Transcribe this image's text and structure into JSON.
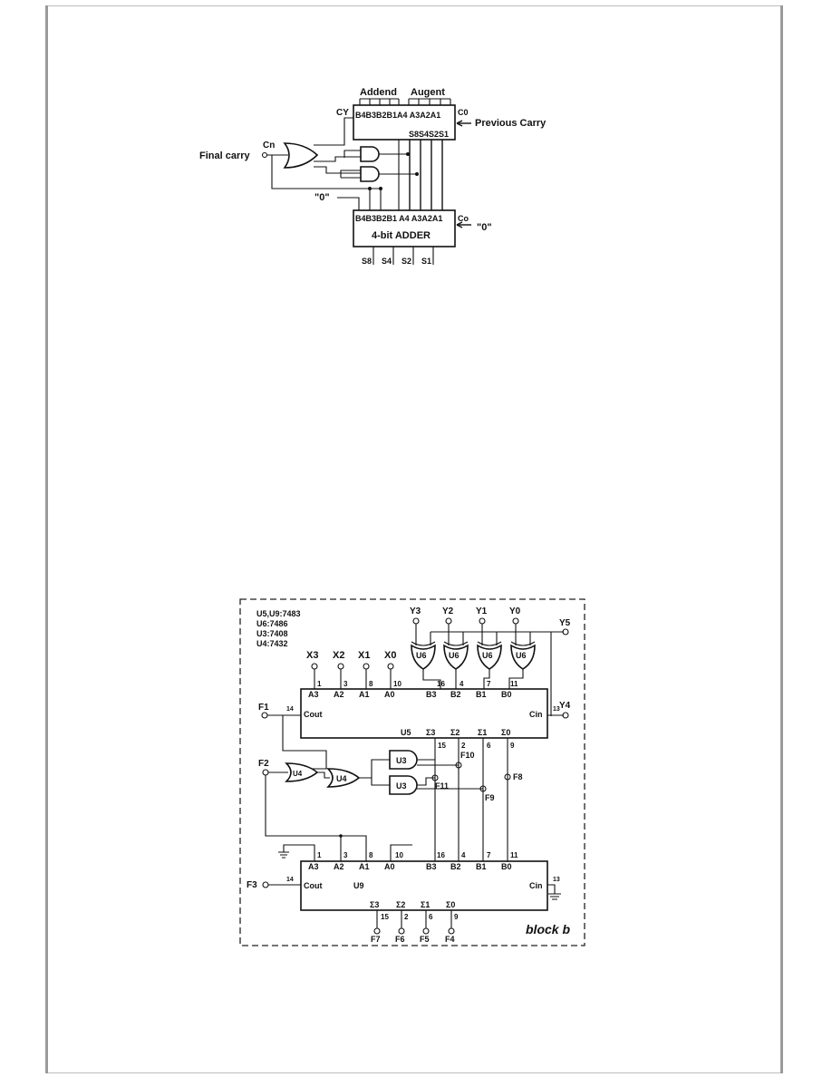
{
  "top_diagram": {
    "header": {
      "addend": "Addend",
      "augent": "Augent"
    },
    "upper_adder": {
      "cy": "CY",
      "pins": "B4B3B2B1A4 A3A2A1",
      "c0": "C0",
      "sums": "S8S4S2S1",
      "previous_carry": "Previous Carry"
    },
    "final_carry": {
      "node": "Cn",
      "label": "Final carry"
    },
    "zero_left": "\"0\"",
    "lower_adder": {
      "pins": "B4B3B2B1 A4 A3A2A1",
      "co": "Co",
      "title": "4-bit ADDER",
      "zero_right": "\"0\""
    },
    "outputs": [
      "S8",
      "S4",
      "S2",
      "S1"
    ]
  },
  "block_b": {
    "legend": [
      "U5,U9:7483",
      "U6:7486",
      "U3:7408",
      "U4:7432"
    ],
    "y_inputs": [
      "Y3",
      "Y2",
      "Y1",
      "Y0"
    ],
    "xor_label": "U6",
    "y5": "Y5",
    "y4": "Y4",
    "x_inputs": [
      "X3",
      "X2",
      "X1",
      "X0"
    ],
    "u5": {
      "a_pin_numbers": [
        "1",
        "3",
        "8",
        "10"
      ],
      "a_pins": [
        "A3",
        "A2",
        "A1",
        "A0"
      ],
      "b_pin_numbers": [
        "16",
        "4",
        "7",
        "11"
      ],
      "b_pins": [
        "B3",
        "B2",
        "B1",
        "B0"
      ],
      "cout": "Cout",
      "cout_pin": "14",
      "cin": "Cin",
      "cin_pin": "13",
      "name": "U5",
      "sums": [
        "Σ3",
        "Σ2",
        "Σ1",
        "Σ0"
      ],
      "sum_pins": [
        "15",
        "2",
        "6",
        "9"
      ]
    },
    "f_labels": {
      "f1": "F1",
      "f2": "F2",
      "f3": "F3",
      "f8": "F8",
      "f9": "F9",
      "f10": "F10",
      "f11": "F11"
    },
    "and_gate": "U3",
    "or_gate": "U4",
    "u9": {
      "a_pin_numbers": [
        "1",
        "3",
        "8",
        "10"
      ],
      "a_pins": [
        "A3",
        "A2",
        "A1",
        "A0"
      ],
      "b_pin_numbers": [
        "16",
        "4",
        "7",
        "11"
      ],
      "b_pins": [
        "B3",
        "B2",
        "B1",
        "B0"
      ],
      "cout": "Cout",
      "cout_pin": "14",
      "cin": "Cin",
      "cin_pin": "13",
      "name": "U9",
      "sums": [
        "Σ3",
        "Σ2",
        "Σ1",
        "Σ0"
      ],
      "sum_pins": [
        "15",
        "2",
        "6",
        "9"
      ]
    },
    "outputs": [
      "F7",
      "F6",
      "F5",
      "F4"
    ],
    "title": "block b"
  }
}
